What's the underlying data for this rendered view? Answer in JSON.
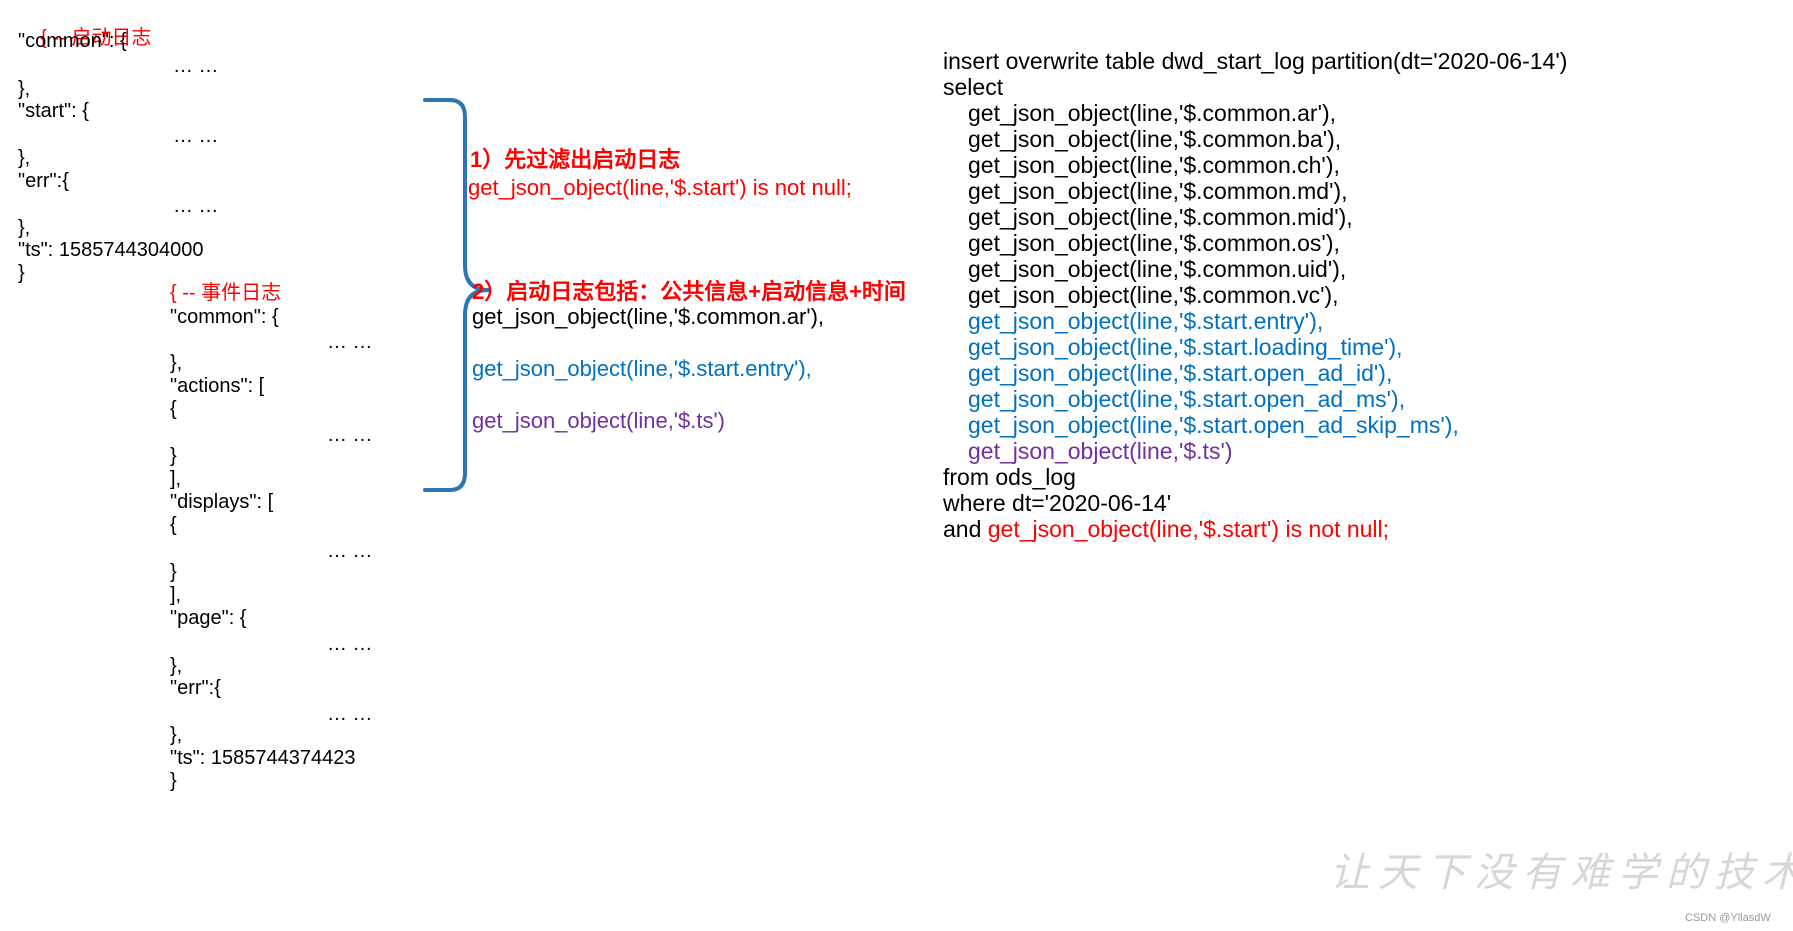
{
  "start_log": [
    {
      "text": "{ -- 启动日志",
      "color": "red",
      "prefix": "{ ",
      "rest": "-- 启动日志"
    },
    {
      "text": "\"common\": {"
    },
    {
      "text": "… …",
      "indent": true
    },
    {
      "text": "},"
    },
    {
      "text": "\"start\": {"
    },
    {
      "text": "… …",
      "indent": true
    },
    {
      "text": "},"
    },
    {
      "text": "\"err\":{"
    },
    {
      "text": "… …",
      "indent": true
    },
    {
      "text": "},"
    },
    {
      "text": "\"ts\": 1585744304000"
    },
    {
      "text": "}"
    }
  ],
  "event_log": {
    "header": "{ -- 事件日志",
    "lines": [
      {
        "text": "\"common\": {"
      },
      {
        "text": "… …",
        "indent": true
      },
      {
        "text": "},"
      },
      {
        "text": "\"actions\": ["
      },
      {
        "text": "{"
      },
      {
        "text": "… …",
        "indent": true
      },
      {
        "text": "}"
      },
      {
        "text": "],"
      },
      {
        "text": "\"displays\": ["
      },
      {
        "text": "{"
      },
      {
        "text": "… …",
        "indent": true
      },
      {
        "text": "}"
      },
      {
        "text": "],"
      },
      {
        "text": "\"page\": {"
      },
      {
        "text": "… …",
        "indent": true
      },
      {
        "text": "},"
      },
      {
        "text": "\"err\":{"
      },
      {
        "text": "… …",
        "indent": true
      },
      {
        "text": "},"
      },
      {
        "text": "\"ts\": 1585744374423"
      },
      {
        "text": "}"
      }
    ]
  },
  "steps": {
    "step1_title": "1）先过滤出启动日志",
    "step1_code": "get_json_object(line,'$.start') is not null;",
    "step2_title": "2）启动日志包括：公共信息+启动信息+时间",
    "step2_common": "get_json_object(line,'$.common.ar'),",
    "step2_start": "get_json_object(line,'$.start.entry'),",
    "step2_ts": "get_json_object(line,'$.ts')"
  },
  "sql": {
    "line1": "insert overwrite table dwd_start_log partition(dt='2020-06-14')",
    "line2": "select",
    "common_fields": [
      "get_json_object(line,'$.common.ar'),",
      "get_json_object(line,'$.common.ba'),",
      "get_json_object(line,'$.common.ch'),",
      "get_json_object(line,'$.common.md'),",
      "get_json_object(line,'$.common.mid'),",
      "get_json_object(line,'$.common.os'),",
      "get_json_object(line,'$.common.uid'),",
      "get_json_object(line,'$.common.vc'),"
    ],
    "start_fields": [
      "get_json_object(line,'$.start.entry'),",
      "get_json_object(line,'$.start.loading_time'),",
      "get_json_object(line,'$.start.open_ad_id'),",
      "get_json_object(line,'$.start.open_ad_ms'),",
      "get_json_object(line,'$.start.open_ad_skip_ms'),"
    ],
    "ts_field": "get_json_object(line,'$.ts')",
    "from_line": "from ods_log",
    "where_line": "where dt='2020-06-14'",
    "and_prefix": "and ",
    "and_condition": "get_json_object(line,'$.start') is not null;"
  },
  "watermark": "让天下没有难学的技术",
  "credit": "CSDN @YllasdW",
  "colors": {
    "red": "#ff0000",
    "blue": "#0070c0",
    "purple": "#7030a0",
    "brace": "#2e75b6"
  }
}
